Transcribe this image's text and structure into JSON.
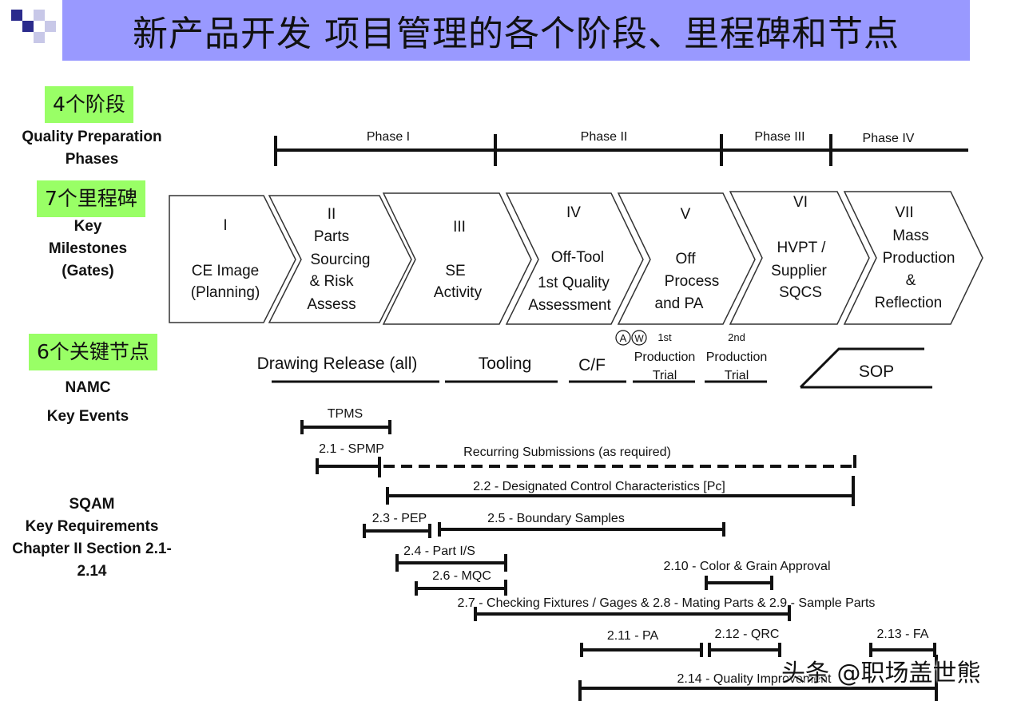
{
  "title": "新产品开发 项目管理的各个阶段、里程碑和节点",
  "sections": {
    "phases_tag": "4个阶段",
    "phases_label": [
      "Quality Preparation",
      "Phases"
    ],
    "milestones_tag": "7个里程碑",
    "milestones_label": [
      "Key",
      "Milestones",
      "(Gates)"
    ],
    "events_tag": "6个关键节点",
    "events_label": [
      "NAMC",
      "Key Events"
    ],
    "sqam_label": [
      "SQAM",
      "Key Requirements",
      "Chapter II Section 2.1- 2.14"
    ]
  },
  "phases": [
    "Phase I",
    "Phase II",
    "Phase III",
    "Phase IV"
  ],
  "milestones": [
    {
      "numeral": "I",
      "lines": [
        "CE Image",
        "(Planning)"
      ]
    },
    {
      "numeral": "II",
      "lines": [
        "Parts",
        "Sourcing",
        "& Risk",
        "Assess"
      ]
    },
    {
      "numeral": "III",
      "lines": [
        "SE",
        "Activity"
      ]
    },
    {
      "numeral": "IV",
      "lines": [
        "Off-Tool",
        "1st Quality",
        "Assessment"
      ]
    },
    {
      "numeral": "V",
      "lines": [
        "Off",
        "Process",
        "and PA"
      ]
    },
    {
      "numeral": "VI",
      "lines": [
        "HVPT /",
        "Supplier",
        "SQCS"
      ]
    },
    {
      "numeral": "VII",
      "lines": [
        "Mass",
        "Production",
        "&",
        "Reflection"
      ]
    }
  ],
  "key_events": {
    "drawing_release": "Drawing Release (all)",
    "tooling": "Tooling",
    "cf": "C/F",
    "aw_markers": [
      "A",
      "W"
    ],
    "first_trial": [
      "1st",
      "Production",
      "Trial"
    ],
    "second_trial": [
      "2nd",
      "Production",
      "Trial"
    ],
    "sop": "SOP"
  },
  "requirements": {
    "tpms": "TPMS",
    "spmp": "2.1 - SPMP",
    "recurring": "Recurring Submissions (as required)",
    "dcc": "2.2 - Designated Control Characteristics [Pc]",
    "pep": "2.3 - PEP",
    "boundary": "2.5 - Boundary Samples",
    "part_is": "2.4 - Part I/S",
    "mqc": "2.6 -  MQC",
    "color_grain": "2.10 - Color & Grain Approval",
    "fixtures": "2.7 - Checking Fixtures / Gages & 2.8 - Mating Parts & 2.9 - Sample Parts",
    "pa": "2.11 - PA",
    "qrc": "2.12 - QRC",
    "fa": "2.13 - FA",
    "quality_improvement": "2.14 - Quality Improvement"
  },
  "watermark": "头条 @职场盖世熊",
  "colors": {
    "title_bar": "#9999ff",
    "tag_bg": "#99ff66",
    "corner_dark": "#2b2b8c",
    "corner_light": "#c8c8e8"
  }
}
